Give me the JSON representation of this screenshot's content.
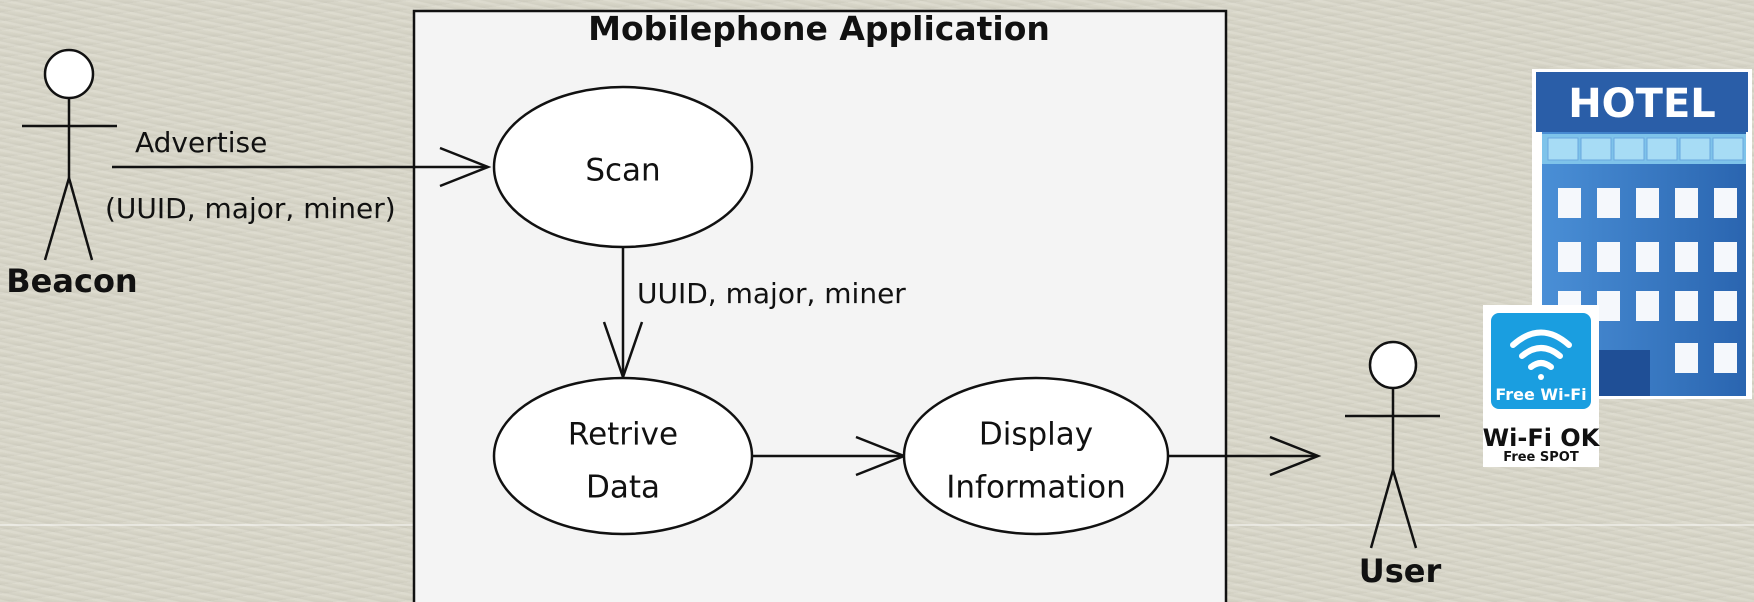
{
  "system": {
    "title": "Mobilephone Application"
  },
  "use_cases": {
    "scan": "Scan",
    "retrieve_line1": "Retrive",
    "retrieve_line2": "Data",
    "display_line1": "Display",
    "display_line2": "Information"
  },
  "actors": {
    "beacon": "Beacon",
    "user": "User"
  },
  "messages": {
    "advertise": "Advertise",
    "advertise_params": "(UUID, major, miner)",
    "scan_to_retrieve": "UUID, major, miner"
  },
  "images": {
    "hotel_sign": "HOTEL",
    "wifi_badge_label": "Free Wi-Fi",
    "wifi_ok": "Wi-Fi OK",
    "wifi_spot": "Free SPOT"
  },
  "icons": [
    "hotel-building-icon",
    "wifi-icon"
  ],
  "colors": {
    "background": "#d8d6c8",
    "system_box": "#f4f4f4",
    "hotel_blue": "#2f74c0",
    "wifi_blue": "#1a9ee0"
  }
}
